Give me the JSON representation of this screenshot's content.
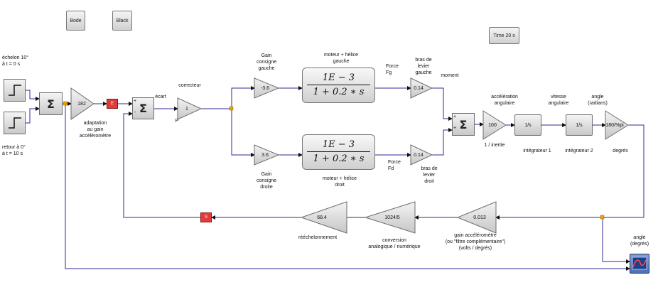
{
  "buttons": {
    "bode": "Bode",
    "black": "Black",
    "time": "Time 20 s"
  },
  "sources": {
    "step1_label": "échelon 10°\nà t = 0 s",
    "step2_label": "retour à 0°\nà t = 10 s"
  },
  "sum_symbol": "Σ",
  "gain_adapt": {
    "value": "182",
    "label": "adaptation\nau gain\naccéléromètre"
  },
  "goto_e": "E",
  "from_s": "S",
  "ecart_label": "écart",
  "plus_sign": "+",
  "minus_sign": "-",
  "correcteur": {
    "value": "1",
    "label": "correcteur",
    "sublabel": "P"
  },
  "gain_gauche": {
    "value": "-3.6",
    "label": "Gain\nconsigne\ngauche"
  },
  "gain_droite": {
    "value": "3.6",
    "label": "Gain\nconsigne\ndroite"
  },
  "tf_gauche": {
    "num": "1E − 3",
    "den": "1 + 0.2 ∗ s",
    "label": "moteur + hélice\ngauche"
  },
  "tf_droite": {
    "num": "1E − 3",
    "den": "1 + 0.2 ∗ s",
    "label": "moteur + hélice\ndroit"
  },
  "force_g": "Force\nFg",
  "force_d": "Force\nFd",
  "bras_g": {
    "value": "0.14",
    "label": "bras de\nlevier\ngauche"
  },
  "bras_d": {
    "value": "0.14",
    "label": "bras de\nlevier\ndroit"
  },
  "moment_label": "moment",
  "inertie": {
    "value": "100",
    "label": "1 / inertie"
  },
  "acc_label": "accélération\nangulaire",
  "integ1": {
    "value": "1/s",
    "label": "intégrateur 1"
  },
  "vit_label": "vitesse\nangulaire",
  "integ2": {
    "value": "1/s",
    "label": "intégrateur 2"
  },
  "angle_rad_label": "angle\n(radians)",
  "deg_gain": {
    "value": "180/%pi",
    "label": "degrés"
  },
  "gain_acc": {
    "value": "0.013",
    "label": "gain accéléromètre\n(ou \"filtre complémentaire\")\n(volts / degrés)"
  },
  "conv": {
    "value": "1024/5",
    "label": "conversion\nanalogique / numérique"
  },
  "rech": {
    "value": "68.4",
    "label": "rééchelonnement"
  },
  "scope_label": "angle\n(degrés)",
  "colors": {
    "wire": "#2b2b9a",
    "link": "#f0a000",
    "block_border": "#6d6d6d",
    "red_block": "#e33a3a"
  }
}
